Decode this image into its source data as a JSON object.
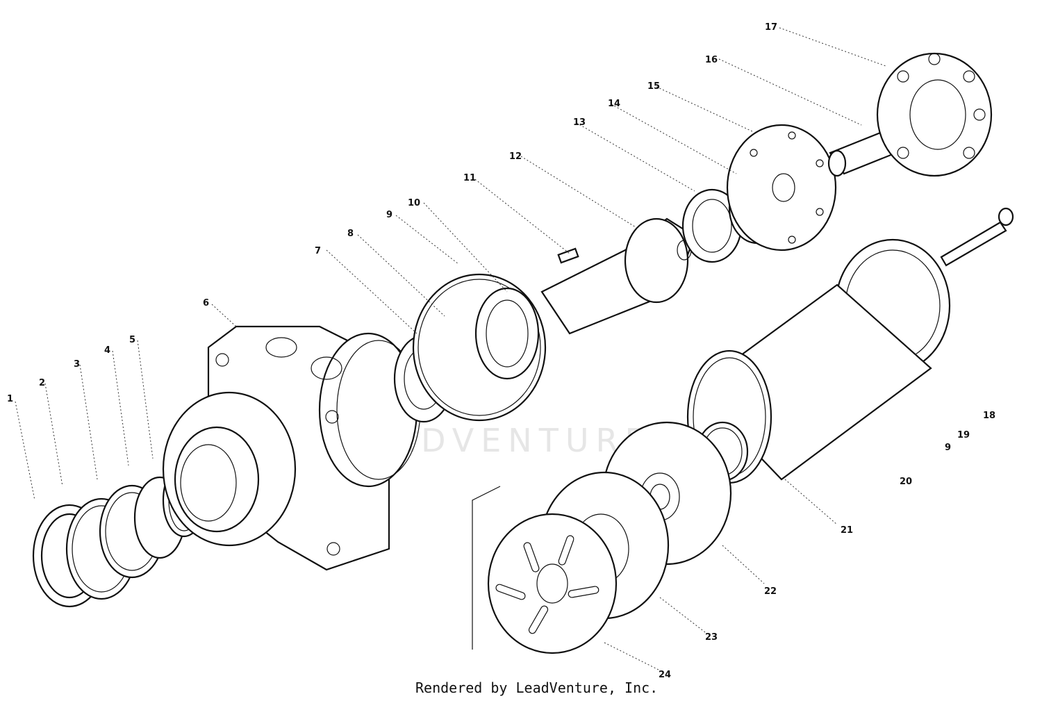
{
  "watermark": "LEADVENTURE",
  "credit": "Rendered by LeadVenture, Inc.",
  "callouts": [
    "1",
    "2",
    "3",
    "4",
    "5",
    "6",
    "7",
    "8",
    "9",
    "10",
    "11",
    "12",
    "13",
    "14",
    "15",
    "16",
    "17",
    "18",
    "19",
    "9",
    "20",
    "21",
    "22",
    "23",
    "24"
  ]
}
